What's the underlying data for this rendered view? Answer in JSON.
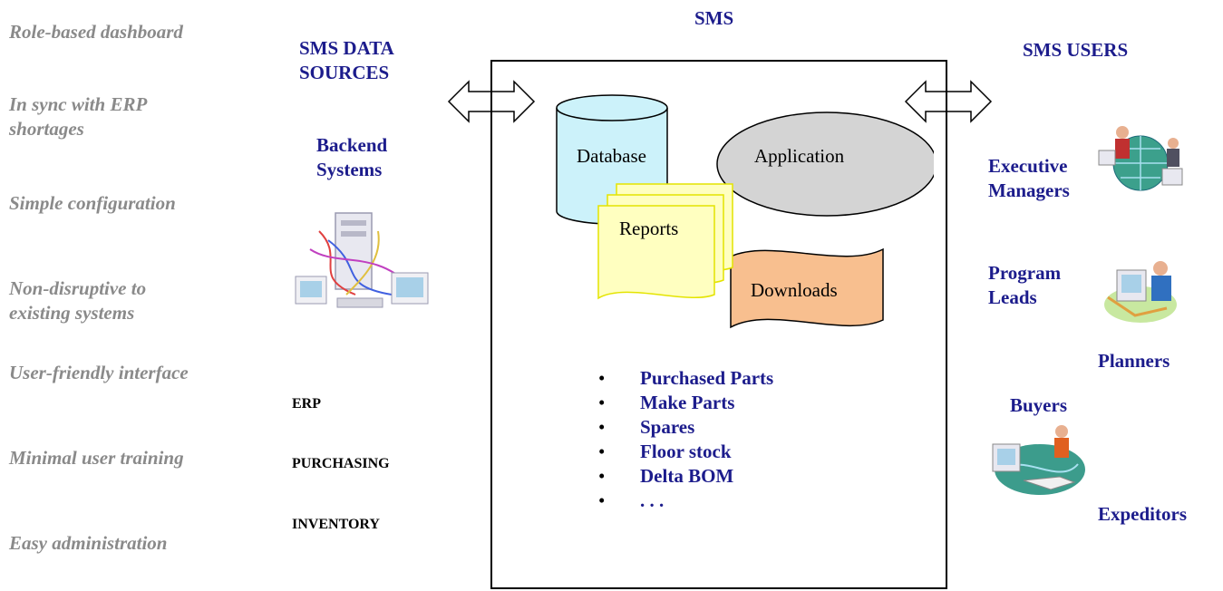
{
  "title": "SMS",
  "features": [
    "Role-based dashboard",
    "In sync with ERP shortages",
    "Simple configuration",
    "Non-disruptive to existing systems",
    "User-friendly interface",
    "Minimal user training",
    "Easy administration"
  ],
  "data_sources": {
    "heading_line1": "SMS DATA",
    "heading_line2": "SOURCES",
    "backend_line1": "Backend",
    "backend_line2": "Systems",
    "items": [
      "ERP",
      "PURCHASING",
      "INVENTORY"
    ]
  },
  "sms": {
    "database": "Database",
    "application": "Application",
    "reports": "Reports",
    "downloads": "Downloads",
    "bullets": [
      "Purchased Parts",
      "Make Parts",
      "Spares",
      "Floor stock",
      "Delta BOM",
      ". . ."
    ]
  },
  "users": {
    "heading": "SMS USERS",
    "executive_line1": "Executive",
    "executive_line2": "Managers",
    "program_line1": "Program",
    "program_line2": "Leads",
    "planners": "Planners",
    "buyers": "Buyers",
    "expeditors": "Expeditors"
  },
  "colors": {
    "navy": "#1c1c8c",
    "feature_gray": "#8a8a8a",
    "database_fill": "#ccf2fa",
    "application_fill": "#d4d4d4",
    "reports_fill": "#ffffc0",
    "downloads_fill": "#f8bf8f"
  }
}
